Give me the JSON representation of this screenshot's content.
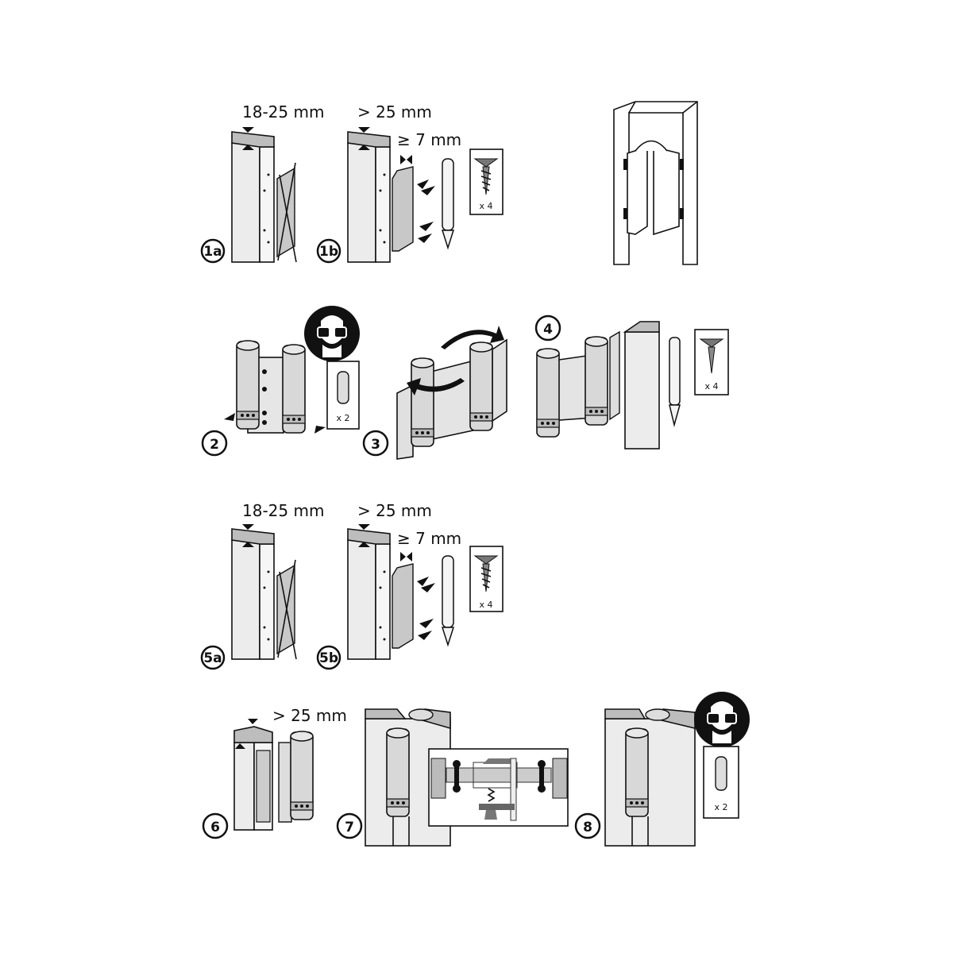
{
  "steps": {
    "s1a": "1a",
    "s1b": "1b",
    "s2": "2",
    "s3": "3",
    "s4": "4",
    "s5a": "5a",
    "s5b": "5b",
    "s6": "6",
    "s7": "7",
    "s8": "8"
  },
  "dimensions": {
    "thin_door": "18-25 mm",
    "thick_door": "> 25 mm",
    "spacer": "≥ 7 mm"
  },
  "quantities": {
    "screws": "x 4",
    "pins": "x 2"
  },
  "icons": [
    "safety-goggles-icon",
    "screw-icon",
    "screwdriver-icon",
    "pin-icon",
    "hinge-icon",
    "clamp-icon",
    "rotate-arrow-icon"
  ]
}
